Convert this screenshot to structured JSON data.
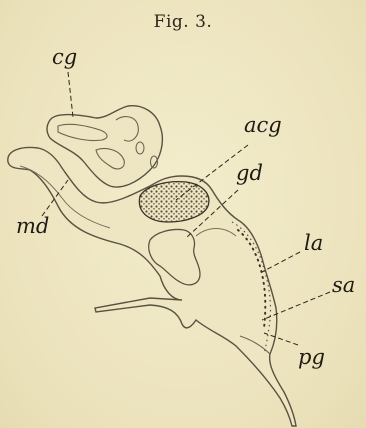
{
  "figure": {
    "title": "Fig. 3.",
    "labels": {
      "cg": "cg",
      "acg": "acg",
      "gd": "gd",
      "md": "md",
      "la": "la",
      "sa": "sa",
      "pg": "pg"
    }
  }
}
